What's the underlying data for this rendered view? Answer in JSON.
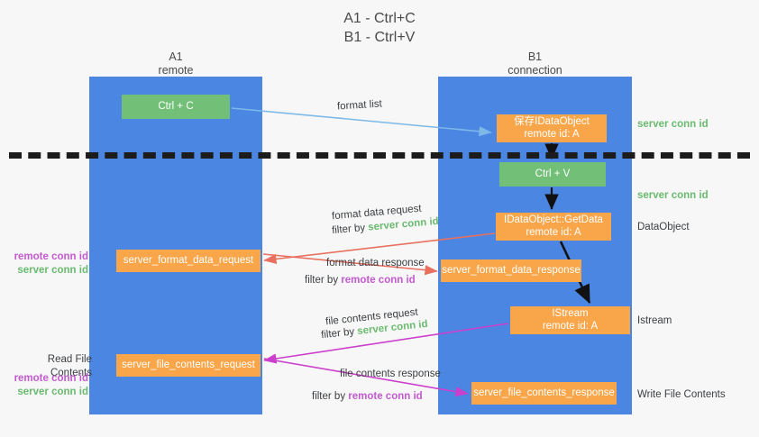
{
  "title": {
    "line1": "A1 - Ctrl+C",
    "line2": "B1 - Ctrl+V"
  },
  "lanes": [
    {
      "id": "a1",
      "name": "A1",
      "role": "remote"
    },
    {
      "id": "b1",
      "name": "B1",
      "role": "connection"
    }
  ],
  "nodes": {
    "ctrl_c": {
      "label": "Ctrl + C",
      "sub": ""
    },
    "save_dataobject": {
      "label": "保存IDataObject",
      "sub": "remote id: A"
    },
    "ctrl_v": {
      "label": "Ctrl + V",
      "sub": ""
    },
    "getdata": {
      "label": "IDataObject::GetData",
      "sub": "remote id: A"
    },
    "istream": {
      "label": "IStream",
      "sub": "remote id: A"
    },
    "format_data_request": {
      "label": "server_format_data_request",
      "sub": ""
    },
    "format_data_response": {
      "label": "server_format_data_response",
      "sub": ""
    },
    "file_contents_request": {
      "label": "server_file_contents_request",
      "sub": ""
    },
    "file_contents_response": {
      "label": "server_file_contents_response",
      "sub": ""
    }
  },
  "captions": {
    "format_list": "format list",
    "format_data_request": "format data request",
    "format_data_request_filter_prefix": "filter by ",
    "format_data_request_filter_value": "server conn id",
    "format_data_response": "format data response",
    "format_data_response_filter_prefix": "filter by ",
    "format_data_response_filter_value": "remote conn id",
    "file_contents_request": "file contents request",
    "file_contents_request_filter_prefix": "filter by ",
    "file_contents_request_filter_value": "server conn id",
    "file_contents_response": "file contents response",
    "file_contents_response_filter_prefix": "filter by ",
    "file_contents_response_filter_value": "remote conn id"
  },
  "side_labels": {
    "server_conn_id_top": "server conn id",
    "server_conn_id_mid": "server conn id",
    "dataobject": "DataObject",
    "istream": "Istream",
    "write_file_contents": "Write File Contents",
    "read_file_contents": "Read File Contents",
    "remote_conn_id_a": "remote conn id",
    "server_conn_id_a": "server conn id",
    "remote_conn_id_b": "remote conn id",
    "server_conn_id_b": "server conn id"
  },
  "colors": {
    "lane_blue": "#4c86e3",
    "node_green": "#72c077",
    "node_orange": "#f9a64a",
    "server_green": "#6aba6f",
    "remote_magenta": "#c45ad0",
    "arrow_lightblue": "#7cb9e8",
    "arrow_red": "#e8705f",
    "arrow_magenta": "#cc3fcc",
    "arrow_black": "#111111",
    "background": "#f7f7f7"
  }
}
